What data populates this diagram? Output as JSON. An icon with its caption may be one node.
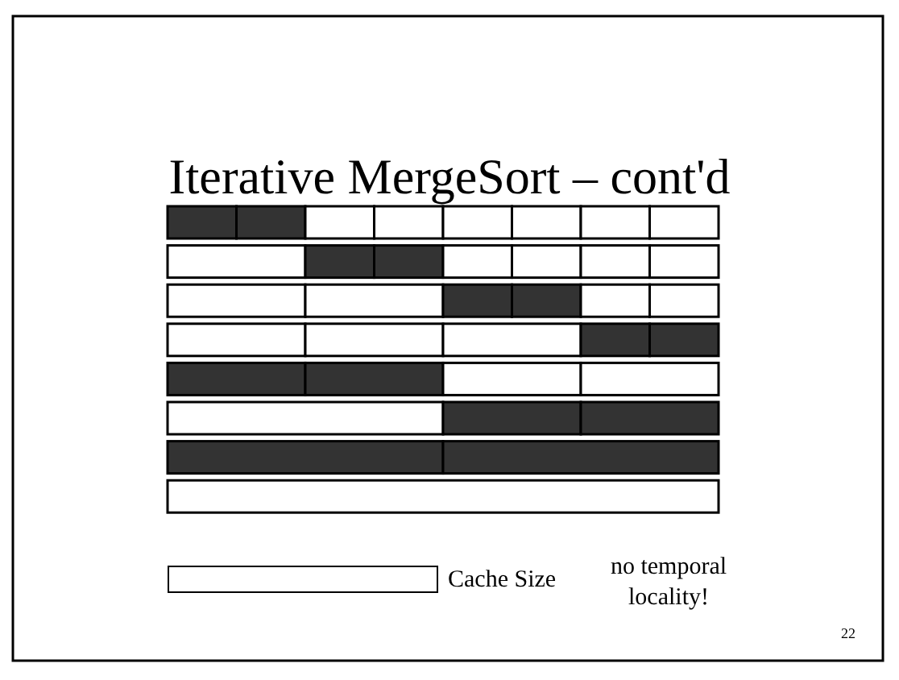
{
  "diagram": {
    "title": "Iterative MergeSort – cont'd",
    "nodes": [
      {
        "text": [],
        "shape": "bar",
        "beside": [
          "Cache Size"
        ]
      }
    ],
    "labels": [
      "no temporal locality!",
      "22"
    ]
  }
}
